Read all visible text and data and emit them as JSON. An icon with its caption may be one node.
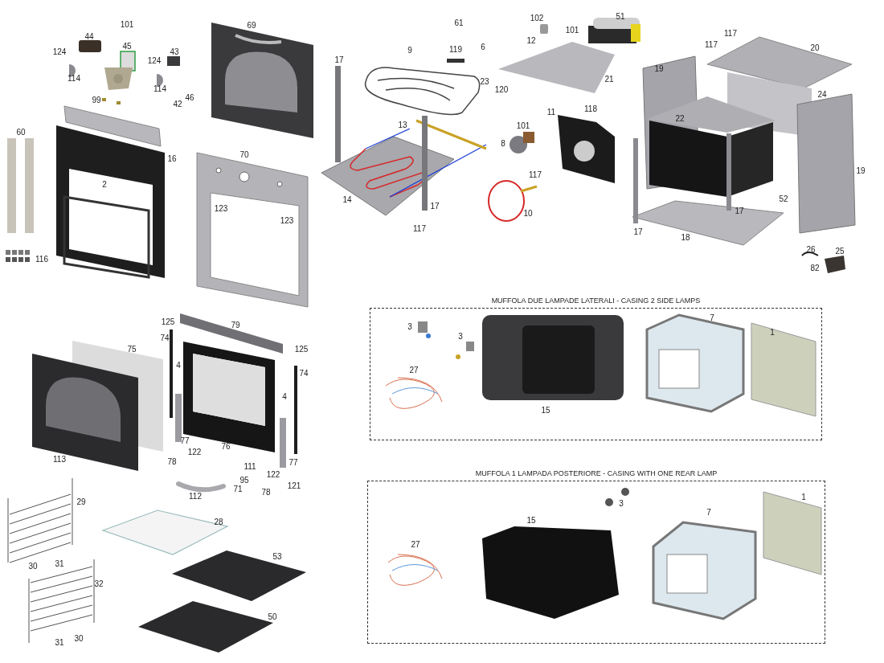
{
  "diagram": {
    "nodes": [
      {
        "text": [
          "MUFFOLA DUE LAMPADE LATERALI  -  CASING 2 SIDE LAMPS"
        ]
      },
      {
        "text": [
          "MUFFOLA 1 LAMPADA POSTERIORE  -  CASING WITH   ONE REAR LAMP"
        ]
      }
    ],
    "labels": [
      "101",
      "44",
      "45",
      "124",
      "43",
      "124",
      "114",
      "114",
      "99",
      "46",
      "42",
      "69",
      "60",
      "16",
      "70",
      "2",
      "123",
      "123",
      "116",
      "61",
      "102",
      "51",
      "6",
      "9",
      "119",
      "17",
      "101",
      "12",
      "23",
      "120",
      "21",
      "11",
      "118",
      "13",
      "101",
      "8",
      "117",
      "14",
      "17",
      "10",
      "117",
      "117",
      "117",
      "20",
      "19",
      "24",
      "22",
      "19",
      "52",
      "17",
      "17",
      "18",
      "26",
      "25",
      "82",
      "125",
      "79",
      "75",
      "125",
      "74",
      "74",
      "4",
      "4",
      "77",
      "76",
      "113",
      "122",
      "78",
      "77",
      "111",
      "95",
      "122",
      "71",
      "121",
      "78",
      "112",
      "29",
      "28",
      "30",
      "31",
      "53",
      "32",
      "50",
      "31",
      "30",
      "3",
      "3",
      "7",
      "1",
      "27",
      "15",
      "3",
      "1",
      "15",
      "7",
      "27"
    ]
  }
}
